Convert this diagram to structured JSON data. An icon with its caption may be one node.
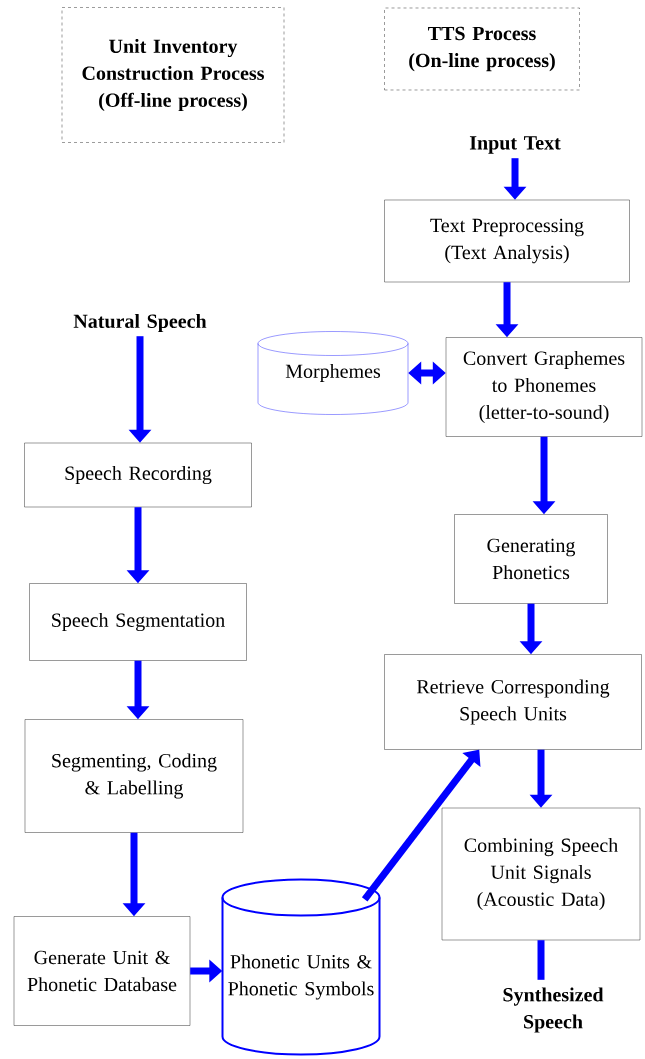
{
  "diagram": {
    "nodes": [
      {
        "text": [
          "Unit Inventory Construction Process",
          "(Off-line process)"
        ]
      },
      {
        "text": [
          "TTS Process",
          "(On-line process)"
        ]
      },
      {
        "text": [
          "Input Text"
        ]
      },
      {
        "text": [
          "Text Preprocessing (Text Analysis)"
        ]
      },
      {
        "text": [
          "Morphemes"
        ]
      },
      {
        "text": [
          "Convert Graphemes to Phonemes (letter-to-sound)"
        ]
      },
      {
        "text": [
          "Generating Phonetics"
        ]
      },
      {
        "text": [
          "Retrieve Corresponding Speech Units"
        ]
      },
      {
        "text": [
          "Combining Speech Unit Signals (Acoustic Data)"
        ]
      },
      {
        "text": [
          "Synthesized Speech"
        ]
      },
      {
        "text": [
          "Natural Speech"
        ]
      },
      {
        "text": [
          "Speech Recording"
        ]
      },
      {
        "text": [
          "Speech Segmentation"
        ]
      },
      {
        "text": [
          "Segmenting, Coding & Labelling"
        ]
      },
      {
        "text": [
          "Generate Unit & Phonetic Database"
        ]
      },
      {
        "text": [
          "Phonetic Units & Phonetic Symbols"
        ]
      }
    ],
    "edges": [
      {
        "from": 2,
        "to": 3,
        "arrow": "to"
      },
      {
        "from": 3,
        "to": 5,
        "arrow": "to"
      },
      {
        "from": 4,
        "to": 5,
        "arrow": "both"
      },
      {
        "from": 5,
        "to": 6,
        "arrow": "to"
      },
      {
        "from": 6,
        "to": 7,
        "arrow": "to"
      },
      {
        "from": 7,
        "to": 8,
        "arrow": "to"
      },
      {
        "from": 8,
        "to": 9,
        "arrow": "none"
      },
      {
        "from": 10,
        "to": 11,
        "arrow": "to"
      },
      {
        "from": 11,
        "to": 12,
        "arrow": "to"
      },
      {
        "from": 12,
        "to": 13,
        "arrow": "to"
      },
      {
        "from": 13,
        "to": 14,
        "arrow": "to"
      },
      {
        "from": 14,
        "to": 15,
        "arrow": "to"
      },
      {
        "from": 15,
        "to": 7,
        "arrow": "to"
      }
    ]
  }
}
